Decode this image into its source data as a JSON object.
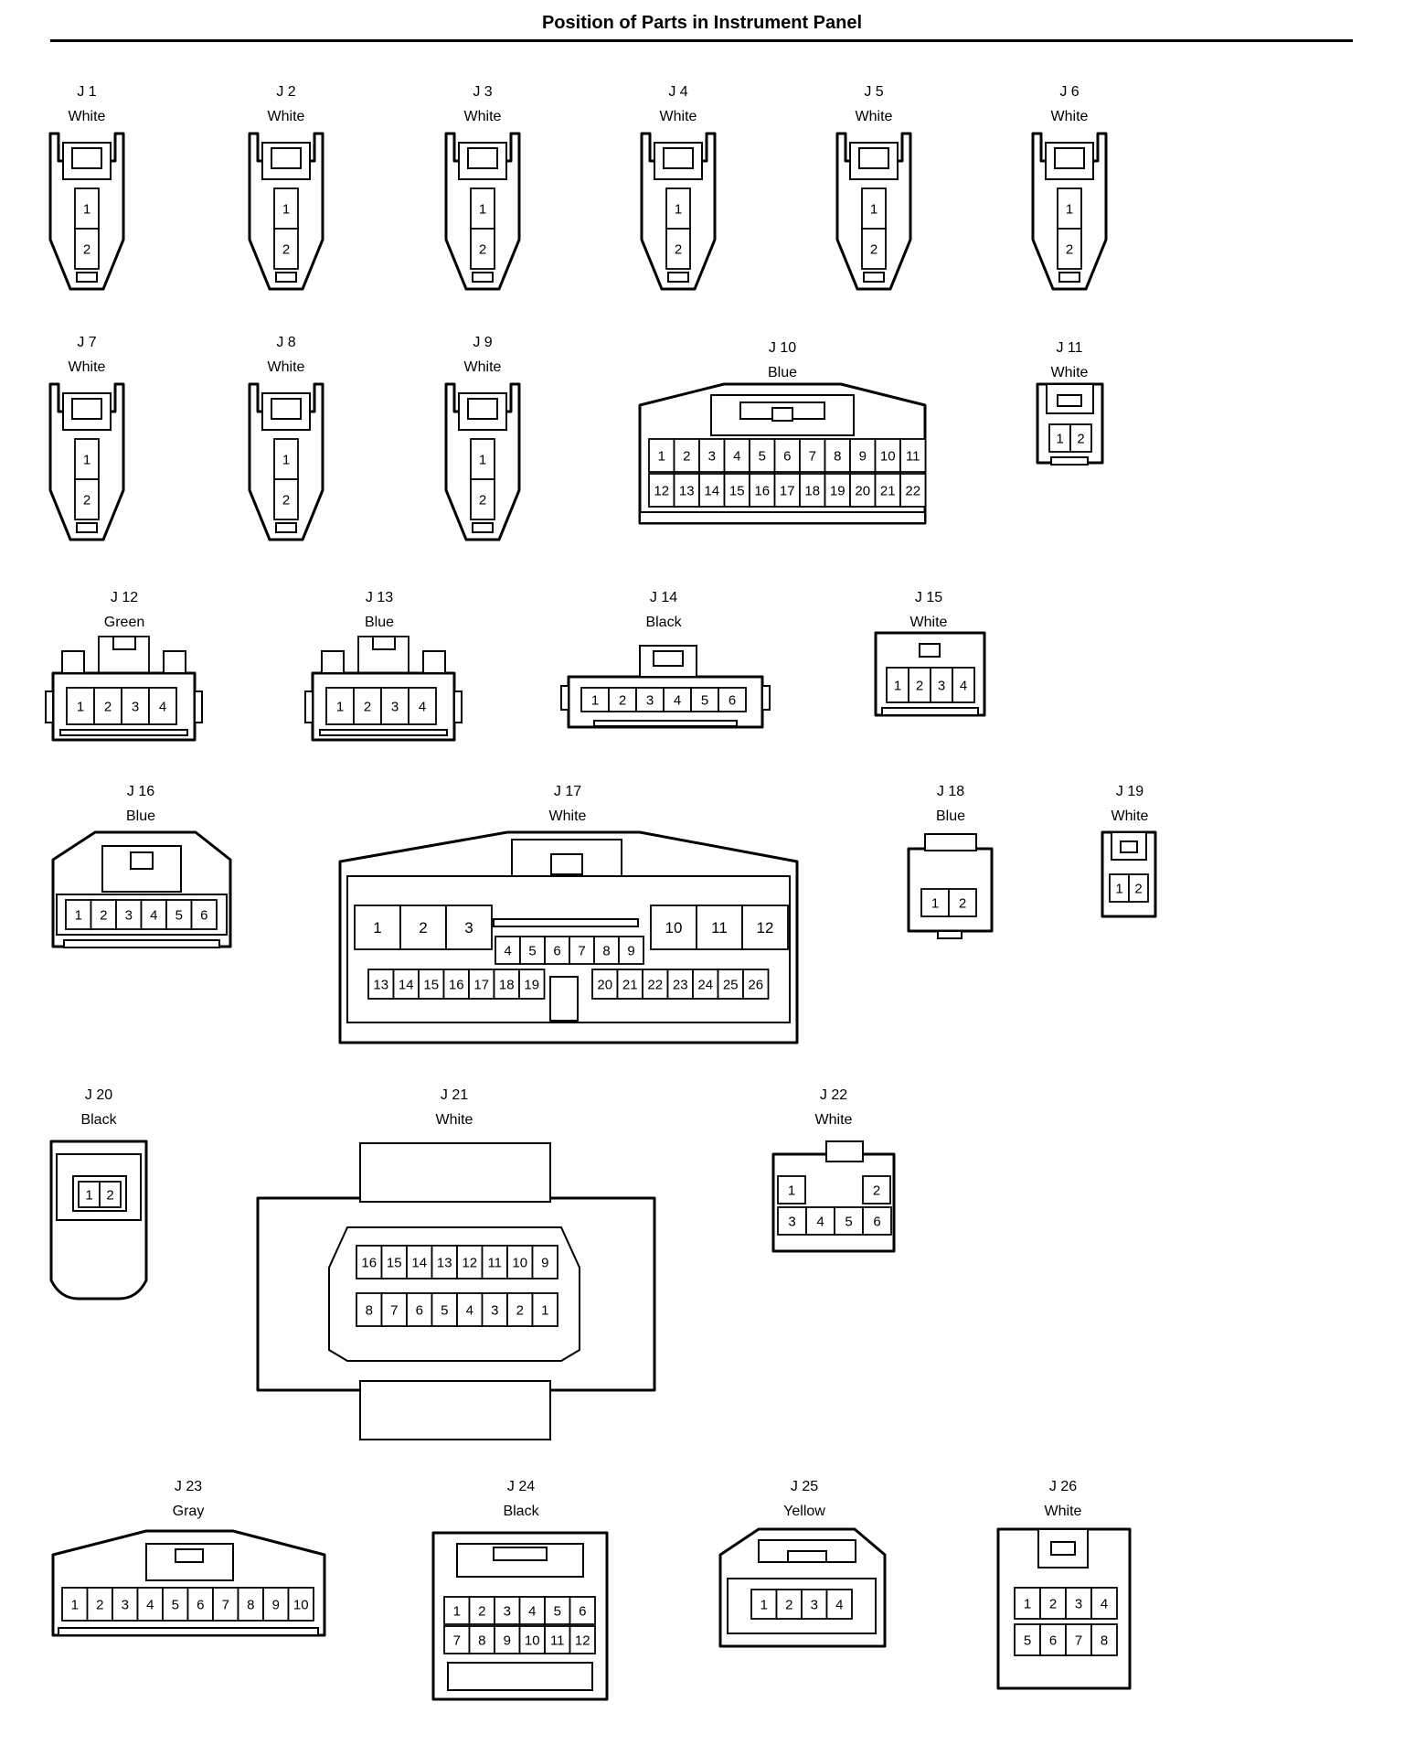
{
  "title": "Position of Parts in Instrument Panel",
  "connectors": [
    {
      "id": "J 1",
      "color": "White",
      "pins": [
        "1",
        "2"
      ]
    },
    {
      "id": "J 2",
      "color": "White",
      "pins": [
        "1",
        "2"
      ]
    },
    {
      "id": "J 3",
      "color": "White",
      "pins": [
        "1",
        "2"
      ]
    },
    {
      "id": "J 4",
      "color": "White",
      "pins": [
        "1",
        "2"
      ]
    },
    {
      "id": "J 5",
      "color": "White",
      "pins": [
        "1",
        "2"
      ]
    },
    {
      "id": "J 6",
      "color": "White",
      "pins": [
        "1",
        "2"
      ]
    },
    {
      "id": "J 7",
      "color": "White",
      "pins": [
        "1",
        "2"
      ]
    },
    {
      "id": "J 8",
      "color": "White",
      "pins": [
        "1",
        "2"
      ]
    },
    {
      "id": "J 9",
      "color": "White",
      "pins": [
        "1",
        "2"
      ]
    },
    {
      "id": "J 10",
      "color": "Blue",
      "pins": [
        "1",
        "2",
        "3",
        "4",
        "5",
        "6",
        "7",
        "8",
        "9",
        "10",
        "11",
        "12",
        "13",
        "14",
        "15",
        "16",
        "17",
        "18",
        "19",
        "20",
        "21",
        "22"
      ]
    },
    {
      "id": "J 11",
      "color": "White",
      "pins": [
        "1",
        "2"
      ]
    },
    {
      "id": "J 12",
      "color": "Green",
      "pins": [
        "1",
        "2",
        "3",
        "4"
      ]
    },
    {
      "id": "J 13",
      "color": "Blue",
      "pins": [
        "1",
        "2",
        "3",
        "4"
      ]
    },
    {
      "id": "J 14",
      "color": "Black",
      "pins": [
        "1",
        "2",
        "3",
        "4",
        "5",
        "6"
      ]
    },
    {
      "id": "J 15",
      "color": "White",
      "pins": [
        "1",
        "2",
        "3",
        "4"
      ]
    },
    {
      "id": "J 16",
      "color": "Blue",
      "pins": [
        "1",
        "2",
        "3",
        "4",
        "5",
        "6"
      ]
    },
    {
      "id": "J 17",
      "color": "White",
      "pins": [
        "1",
        "2",
        "3",
        "4",
        "5",
        "6",
        "7",
        "8",
        "9",
        "10",
        "11",
        "12",
        "13",
        "14",
        "15",
        "16",
        "17",
        "18",
        "19",
        "20",
        "21",
        "22",
        "23",
        "24",
        "25",
        "26"
      ]
    },
    {
      "id": "J 18",
      "color": "Blue",
      "pins": [
        "1",
        "2"
      ]
    },
    {
      "id": "J 19",
      "color": "White",
      "pins": [
        "1",
        "2"
      ]
    },
    {
      "id": "J 20",
      "color": "Black",
      "pins": [
        "1",
        "2"
      ]
    },
    {
      "id": "J 21",
      "color": "White",
      "pins": [
        "16",
        "15",
        "14",
        "13",
        "12",
        "11",
        "10",
        "9",
        "8",
        "7",
        "6",
        "5",
        "4",
        "3",
        "2",
        "1"
      ]
    },
    {
      "id": "J 22",
      "color": "White",
      "pins": [
        "1",
        "2",
        "3",
        "4",
        "5",
        "6"
      ]
    },
    {
      "id": "J 23",
      "color": "Gray",
      "pins": [
        "1",
        "2",
        "3",
        "4",
        "5",
        "6",
        "7",
        "8",
        "9",
        "10"
      ]
    },
    {
      "id": "J 24",
      "color": "Black",
      "pins": [
        "1",
        "2",
        "3",
        "4",
        "5",
        "6",
        "7",
        "8",
        "9",
        "10",
        "11",
        "12"
      ]
    },
    {
      "id": "J 25",
      "color": "Yellow",
      "pins": [
        "1",
        "2",
        "3",
        "4"
      ]
    },
    {
      "id": "J 26",
      "color": "White",
      "pins": [
        "1",
        "2",
        "3",
        "4",
        "5",
        "6",
        "7",
        "8"
      ]
    }
  ]
}
